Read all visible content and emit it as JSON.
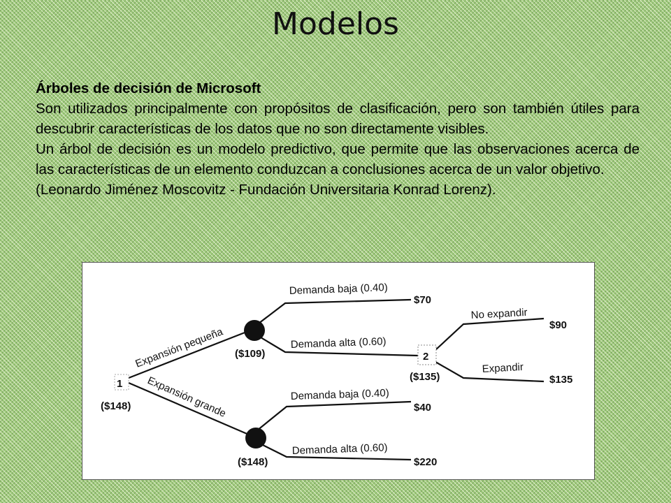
{
  "slide": {
    "title": "Modelos",
    "subheading": "Árboles de decisión de Microsoft",
    "paragraphs": [
      "Son utilizados principalmente con propósitos de clasificación, pero son también útiles para descubrir características de los datos que no son directamente visibles.",
      "Un árbol de decisión es un modelo predictivo, que permite que las observaciones acerca de las características de un elemento conduzcan a conclusiones acerca de un valor objetivo.",
      "(Leonardo Jiménez Moscovitz - Fundación Universitaria Konrad Lorenz)."
    ]
  },
  "diagram": {
    "nodes": {
      "root_label": "1",
      "root_value": "($148)",
      "small_value": "($109)",
      "large_value": "($148)",
      "decision2_label": "2",
      "decision2_value": "($135)"
    },
    "branches": {
      "small_expansion": "Expansión pequeña",
      "large_expansion": "Expansión grande",
      "small_low_demand": "Demanda baja (0.40)",
      "small_high_demand": "Demanda alta (0.60)",
      "no_expand": "No expandir",
      "expand": "Expandir",
      "large_low_demand": "Demanda baja (0.40)",
      "large_high_demand": "Demanda alta (0.60)"
    },
    "payoffs": {
      "small_low": "$70",
      "no_expand": "$90",
      "expand": "$135",
      "large_low": "$40",
      "large_high": "$220"
    }
  }
}
